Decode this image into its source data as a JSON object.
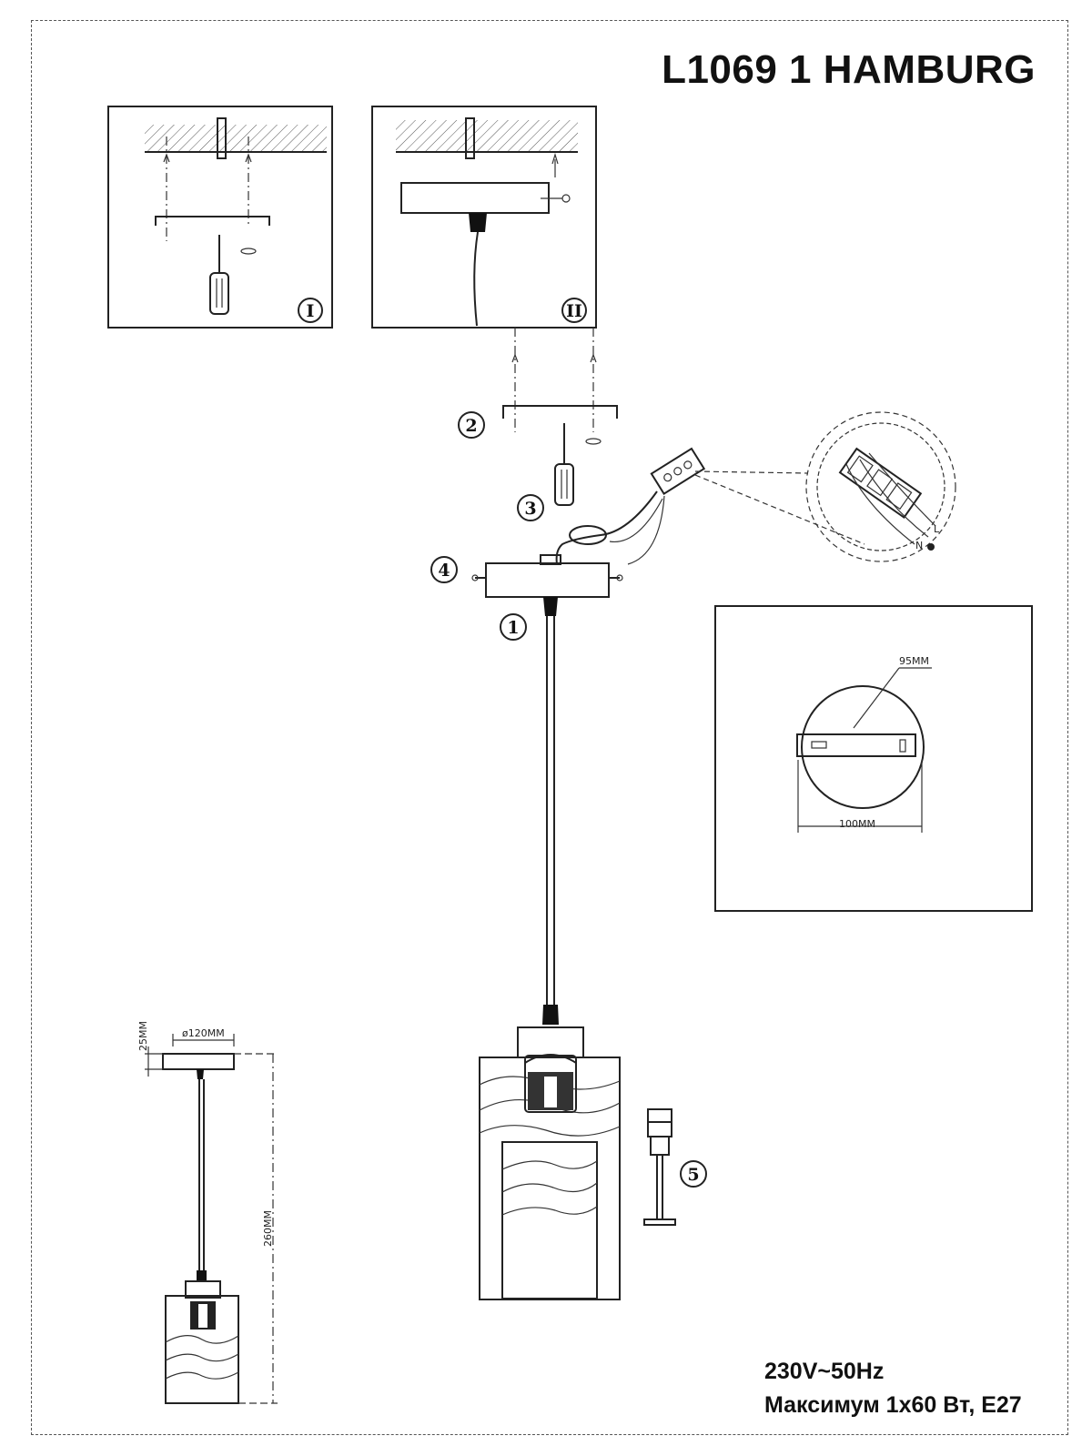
{
  "title": "L1069 1 HAMBURG",
  "specs": {
    "voltage": "230V~50Hz",
    "max_power": "Максимум 1x60 Вт, E27"
  },
  "steps": {
    "panel_1": "I",
    "panel_2": "II"
  },
  "callouts": {
    "c1": "1",
    "c2": "2",
    "c3": "3",
    "c4": "4",
    "c5": "5"
  },
  "terminal_labels": {
    "neutral": "N",
    "line": "L"
  },
  "dimensions": {
    "bracket_length": "95MM",
    "canopy_width": "100MM",
    "canopy_diameter": "ø120MM",
    "canopy_height": "25MM",
    "overall_height": "260MM"
  }
}
